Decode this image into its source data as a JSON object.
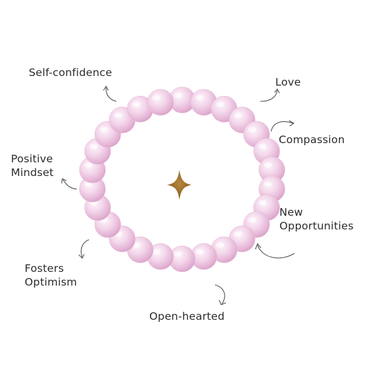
{
  "benefits": {
    "self_confidence": "Self-confidence",
    "love": "Love",
    "compassion": "Compassion",
    "positive_mindset_line1": "Positive",
    "positive_mindset_line2": "Mindset",
    "new_opportunities_line1": "New",
    "new_opportunities_line2": "Opportunities",
    "fosters_optimism_line1": "Fosters",
    "fosters_optimism_line2": "Optimism",
    "open_hearted": "Open-hearted"
  },
  "colors": {
    "bead_light": "#fbe9f5",
    "bead_mid": "#efc6e3",
    "bead_dark": "#d9a0c6",
    "star": "#9b6b2a",
    "text": "#2b2b2b",
    "arrow": "#555555"
  }
}
